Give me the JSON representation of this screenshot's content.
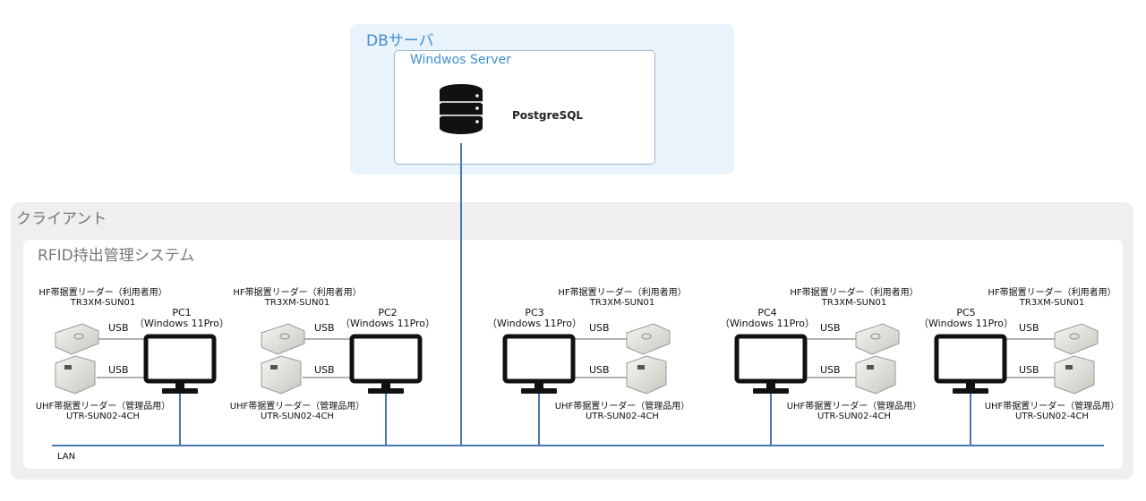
{
  "db_server": {
    "zone_label": "DBサーバ",
    "os_label": "Windwos Server",
    "database_label": "PostgreSQL",
    "database_icon": "database-icon"
  },
  "client": {
    "zone_label": "クライアント",
    "system_label": "RFID持出管理システム",
    "pcs": [
      {
        "name": "PC1",
        "os": "（Windows 11Pro）"
      },
      {
        "name": "PC2",
        "os": "（Windows 11Pro）"
      },
      {
        "name": "PC3",
        "os": "（Windows 11Pro）"
      },
      {
        "name": "PC4",
        "os": "（Windows 11Pro）"
      },
      {
        "name": "PC5",
        "os": "（Windows 11Pro）"
      }
    ],
    "hf_reader": {
      "label": "HF帯据置リーダー（利用者用）",
      "model": "TR3XM-SUN01"
    },
    "uhf_reader": {
      "label": "UHF帯据置リーダー（管理品用）",
      "model": "UTR-SUN02-4CH"
    },
    "usb_label": "USB",
    "lan_label": "LAN"
  },
  "colors": {
    "db_zone_bg": "#e8f3fc",
    "accent_blue": "#3f8fd0",
    "network_line": "#4a78b0",
    "client_zone_bg": "#efefef"
  }
}
